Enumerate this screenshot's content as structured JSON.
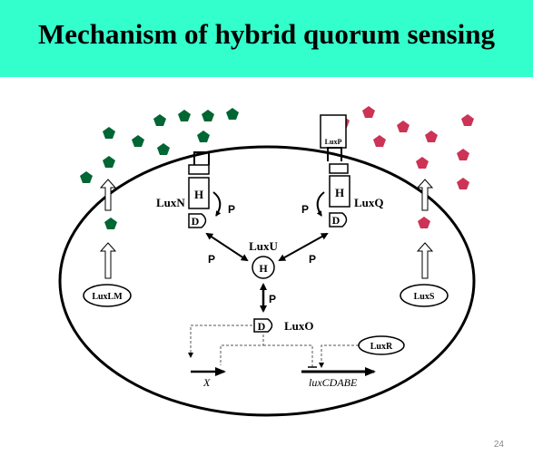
{
  "slide": {
    "title": "Mechanism of hybrid quorum sensing",
    "page_number": "24"
  },
  "colors": {
    "banner": "#33ffcc",
    "ai2_autoinducer": "#006633",
    "hai1_autoinducer": "#cc3355"
  },
  "labels": {
    "luxN": "LuxN",
    "luxQ": "LuxQ",
    "luxP": "LuxP",
    "luxU": "LuxU",
    "luxO": "LuxO",
    "luxR": "LuxR",
    "luxLM": "LuxLM",
    "luxS": "LuxS",
    "histidine": "H",
    "aspartate": "D",
    "phosphate": "P",
    "gene_x": "X",
    "gene_luxCDABE": "luxCDABE"
  }
}
